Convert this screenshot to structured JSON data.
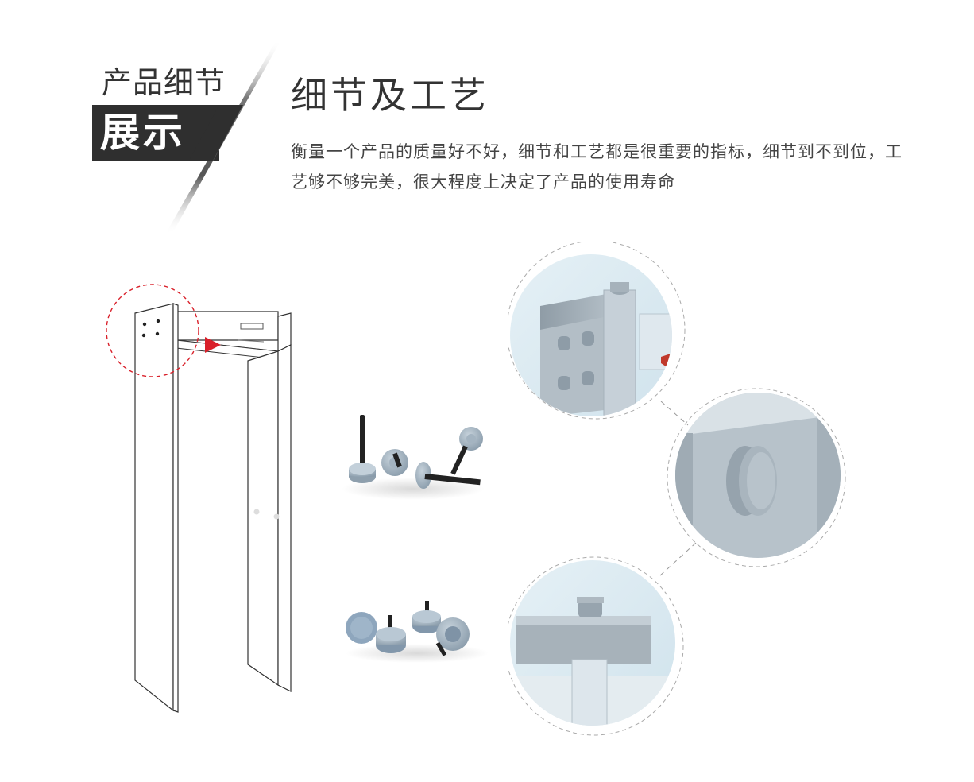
{
  "header": {
    "badge_top": "产品细节",
    "badge_main": "展示",
    "title": "细节及工艺",
    "description": "衡量一个产品的质量好不好，细节和工艺都是很重要的指标，细节到不到位，工艺够不够完美，很大程度上决定了产品的使用寿命"
  },
  "colors": {
    "badge_bg": "#2f2f2f",
    "accent_red": "#d9202a",
    "text": "#333333",
    "part_blue_gray": "#9fb0bd"
  }
}
